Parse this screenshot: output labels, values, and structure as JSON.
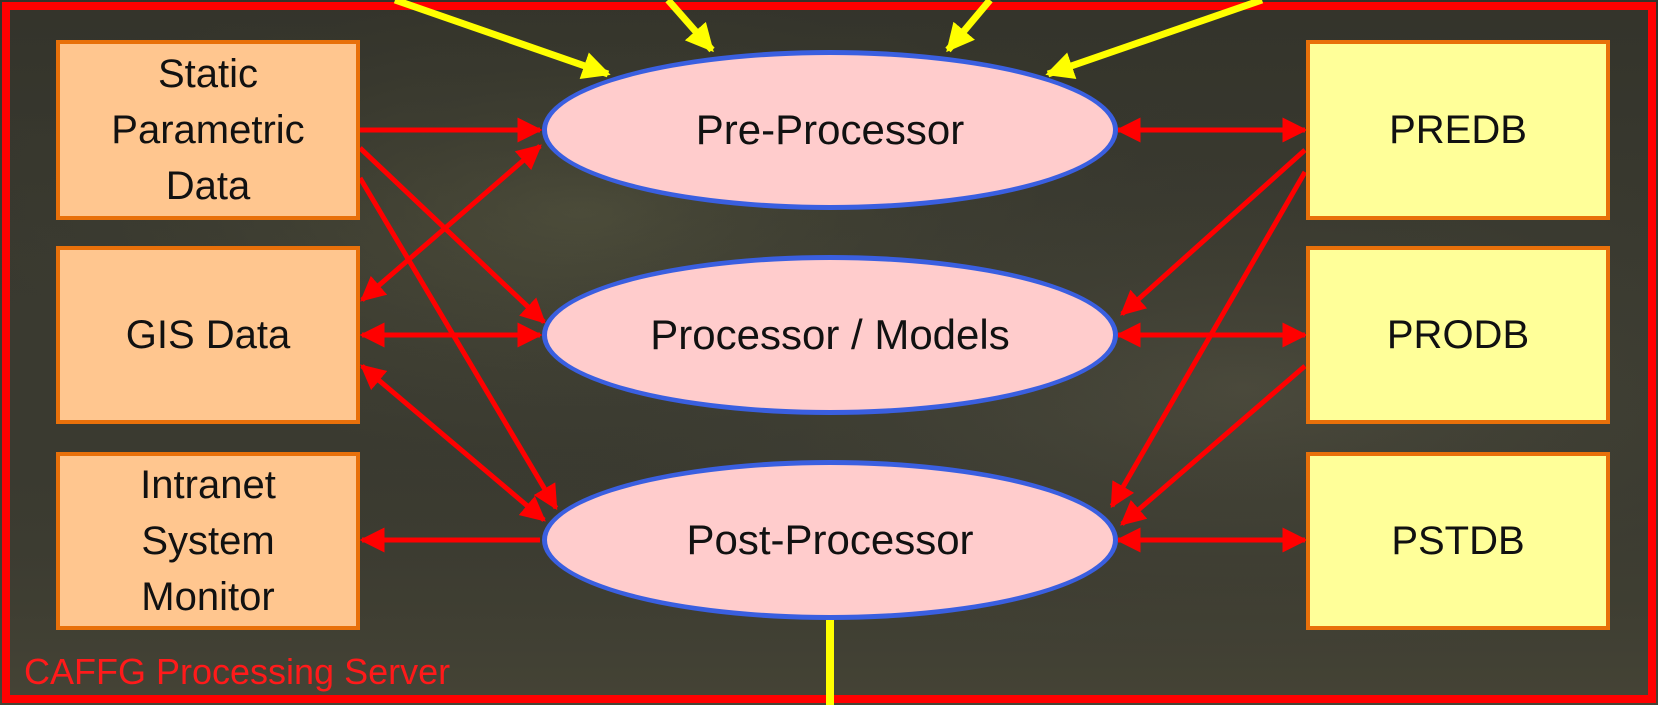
{
  "colors": {
    "frame": "#ff0000",
    "flow_arrow": "#ff0000",
    "external_arrow": "#ffff00",
    "left_box_fill": "#ffc68f",
    "right_box_fill": "#ffff99",
    "box_border": "#e8700a",
    "process_fill": "#ffcccc",
    "process_border": "#3a5fe0"
  },
  "server_label": "CAFFG Processing Server",
  "sources": [
    {
      "id": "static",
      "label": "Static\nParametric\nData"
    },
    {
      "id": "gis",
      "label": "GIS Data"
    },
    {
      "id": "intranet",
      "label": "Intranet\nSystem\nMonitor"
    }
  ],
  "processes": [
    {
      "id": "pre",
      "label": "Pre-Processor"
    },
    {
      "id": "proc",
      "label": "Processor / Models"
    },
    {
      "id": "post",
      "label": "Post-Processor"
    }
  ],
  "databases": [
    {
      "id": "predb",
      "label": "PREDB"
    },
    {
      "id": "prodb",
      "label": "PRODB"
    },
    {
      "id": "pstdb",
      "label": "PSTDB"
    }
  ],
  "connections": [
    {
      "from": "static",
      "to": "pre",
      "type": "one-way"
    },
    {
      "from": "static",
      "to": "proc",
      "type": "one-way"
    },
    {
      "from": "static",
      "to": "post",
      "type": "one-way"
    },
    {
      "from": "pre",
      "to": "gis",
      "type": "two-way"
    },
    {
      "from": "gis",
      "to": "proc",
      "type": "two-way"
    },
    {
      "from": "gis",
      "to": "post",
      "type": "two-way"
    },
    {
      "from": "post",
      "to": "intranet",
      "type": "one-way"
    },
    {
      "from": "pre",
      "to": "predb",
      "type": "two-way"
    },
    {
      "from": "proc",
      "to": "prodb",
      "type": "two-way"
    },
    {
      "from": "post",
      "to": "pstdb",
      "type": "two-way"
    },
    {
      "from": "predb",
      "to": "proc",
      "type": "one-way"
    },
    {
      "from": "predb",
      "to": "post",
      "type": "one-way"
    },
    {
      "from": "prodb",
      "to": "post",
      "type": "one-way"
    }
  ],
  "external_inputs": 4,
  "external_outputs": 1
}
